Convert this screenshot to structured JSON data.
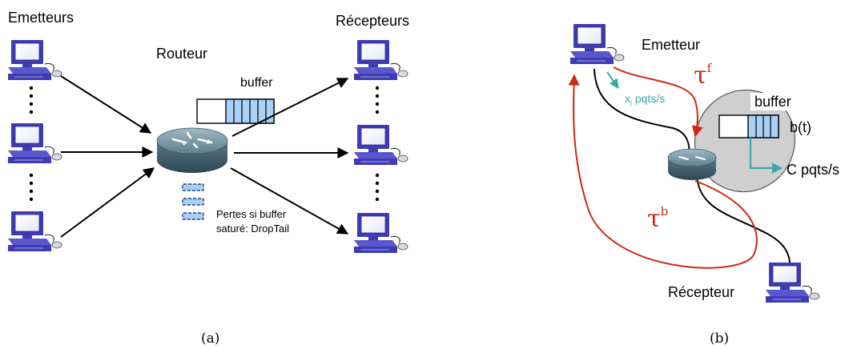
{
  "diagram_a": {
    "label_emitters": "Emetteurs",
    "label_router": "Routeur",
    "label_receivers": "Récepteurs",
    "label_buffer": "buffer",
    "loss_line1": "Pertes si buffer",
    "loss_line2": "saturé: DropTail",
    "caption": "(a)"
  },
  "diagram_b": {
    "label_emitter": "Emetteur",
    "label_receiver": "Récepteur",
    "label_buffer": "buffer",
    "label_bt": "b(t)",
    "label_capacity": "C pqts/s",
    "rate_var": "x",
    "rate_sub": "i",
    "rate_unit": " pqts/s",
    "tau": "τ",
    "tau_f_sup": "f",
    "tau_b_sup": "b",
    "caption": "(b)"
  },
  "colors": {
    "arrow": "#000000",
    "queue_fill": "#a9cff5",
    "loss_packet": "#a9cff5",
    "forward_delay": "#cc2a10",
    "rate_arrow": "#3aa8a8",
    "router_cloud": "#cfcfcf"
  },
  "icons": [
    "computer-icon",
    "router-icon"
  ]
}
